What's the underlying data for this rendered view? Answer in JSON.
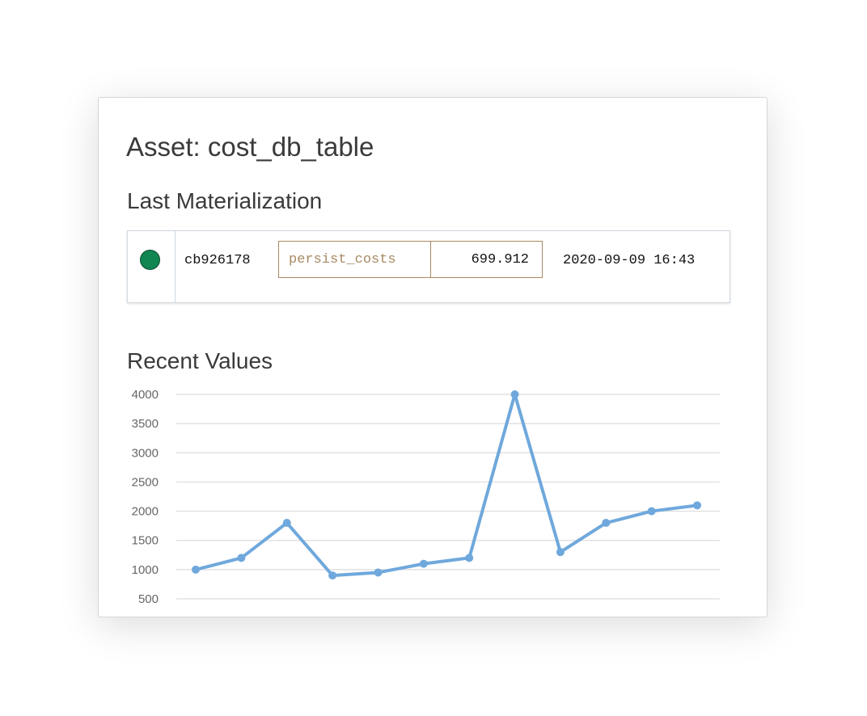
{
  "asset": {
    "title": "Asset: cost_db_table"
  },
  "last_materialization": {
    "heading": "Last Materialization",
    "status_color": "#118552",
    "status_icon": "status-success-dot",
    "run_id": "cb926178",
    "step_key": "persist_costs",
    "value": "699.912",
    "timestamp": "2020-09-09 16:43"
  },
  "recent_values": {
    "heading": "Recent Values"
  },
  "chart_data": {
    "type": "line",
    "title": "",
    "xlabel": "",
    "ylabel": "",
    "x": [
      1,
      2,
      3,
      4,
      5,
      6,
      7,
      8,
      9,
      10,
      11,
      12
    ],
    "y": [
      1000,
      1200,
      1800,
      900,
      950,
      1100,
      1200,
      4000,
      1300,
      1800,
      2000,
      2100
    ],
    "ylim": [
      500,
      4000
    ],
    "yticks": [
      500,
      1000,
      1500,
      2000,
      2500,
      3000,
      3500,
      4000
    ],
    "grid": true,
    "line_color": "#6fa8dc"
  }
}
